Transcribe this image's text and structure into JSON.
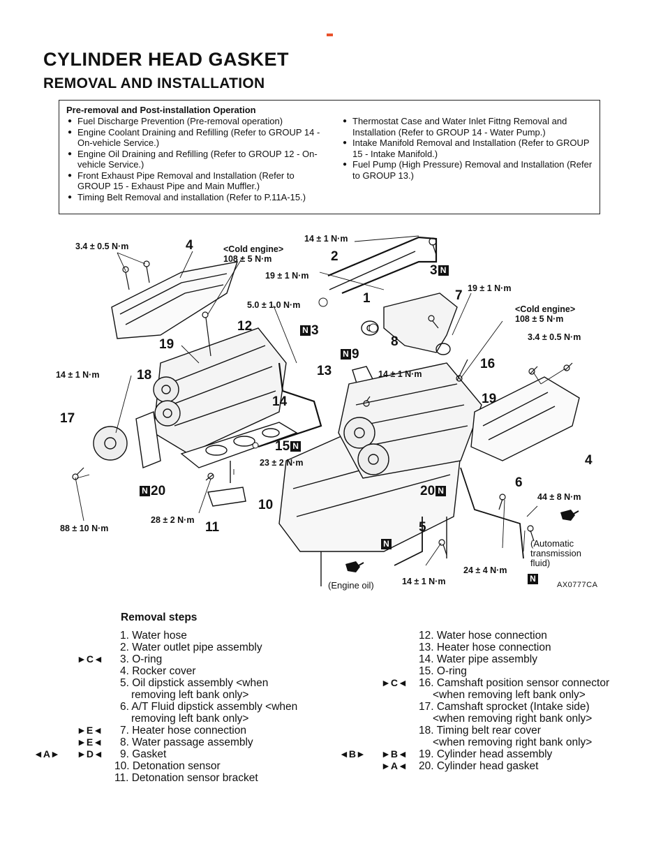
{
  "header": {
    "title": "CYLINDER HEAD GASKET",
    "subtitle": "REMOVAL AND INSTALLATION"
  },
  "pre_removal": {
    "title": "Pre-removal and Post-installation Operation",
    "left": [
      "Fuel Discharge Prevention (Pre-removal operation)",
      "Engine Coolant Draining and Refilling (Refer to GROUP 14 - On-vehicle Service.)",
      "Engine Oil Draining and Refilling (Refer to GROUP 12 - On-vehicle Service.)",
      "Front Exhaust Pipe Removal and Installation (Refer to GROUP 15 - Exhaust Pipe and Main Muffler.)",
      "Timing Belt Removal and installation (Refer to P.11A-15.)"
    ],
    "right": [
      "Thermostat Case and Water Inlet Fittng Removal and Installation (Refer to GROUP 14 - Water Pump.)",
      "Intake Manifold Removal and Installation (Refer to GROUP 15 - Intake Manifold.)",
      "Fuel Pump (High Pressure) Removal and Installation (Refer to GROUP 13.)"
    ]
  },
  "diagram": {
    "torques": {
      "t1": "3.4 ± 0.5 N·m",
      "t2": "<Cold engine>",
      "t2b": "108 ± 5 N·m",
      "t3": "14 ± 1 N·m",
      "t4": "19 ± 1 N·m",
      "t5": "19 ± 1 N·m",
      "t6": "5.0 ± 1.0 N·m",
      "t7": "<Cold engine>",
      "t7b": "108 ± 5 N·m",
      "t8": "3.4 ± 0.5 N·m",
      "t9": "14 ± 1 N·m",
      "t10": "14 ± 1 N·m",
      "t11": "23 ± 2 N·m",
      "t12": "44 ± 8 N·m",
      "t13": "28 ± 2 N·m",
      "t14": "88 ± 10 N·m",
      "t15": "24 ± 4 N·m",
      "t16": "14 ± 1 N·m"
    },
    "callouts": [
      "1",
      "2",
      "3",
      "3",
      "4",
      "4",
      "5",
      "6",
      "7",
      "8",
      "9",
      "10",
      "11",
      "12",
      "13",
      "14",
      "15",
      "16",
      "17",
      "18",
      "19",
      "19",
      "20",
      "20"
    ],
    "new_part_mark": "N",
    "engine_oil_note": "(Engine oil)",
    "atf_note": [
      "(Automatic",
      "transmission",
      "fluid)"
    ],
    "figure_code": "AX0777CA"
  },
  "removal": {
    "title": "Removal steps",
    "left_steps": [
      "1. Water hose",
      "2. Water outlet pipe assembly",
      "3. O-ring",
      "4. Rocker cover",
      "5. Oil dipstick assembly <when",
      "removing left bank only>",
      "6. A/T Fluid dipstick assembly <when",
      "removing left bank only>",
      "7. Heater hose connection",
      "8. Water passage assembly",
      "9. Gasket",
      "10. Detonation sensor",
      "11. Detonation sensor bracket"
    ],
    "right_steps": [
      "12. Water hose connection",
      "13. Heater hose connection",
      "14. Water pipe assembly",
      "15. O-ring",
      "16. Camshaft position sensor connector",
      "<when removing left bank only>",
      "17. Camshaft sprocket (Intake side)",
      "<when removing right bank only>",
      "18. Timing belt rear cover",
      "<when removing right bank only>",
      "19. Cylinder head assembly",
      "20. Cylinder head gasket"
    ],
    "marks": {
      "m3": "►C◄",
      "m8": "►E◄",
      "m9": "►E◄",
      "m10a": "◄A►",
      "m10b": "►D◄",
      "m15": "►C◄",
      "m19a": "◄B►",
      "m19b": "►B◄",
      "m20": "►A◄"
    }
  }
}
